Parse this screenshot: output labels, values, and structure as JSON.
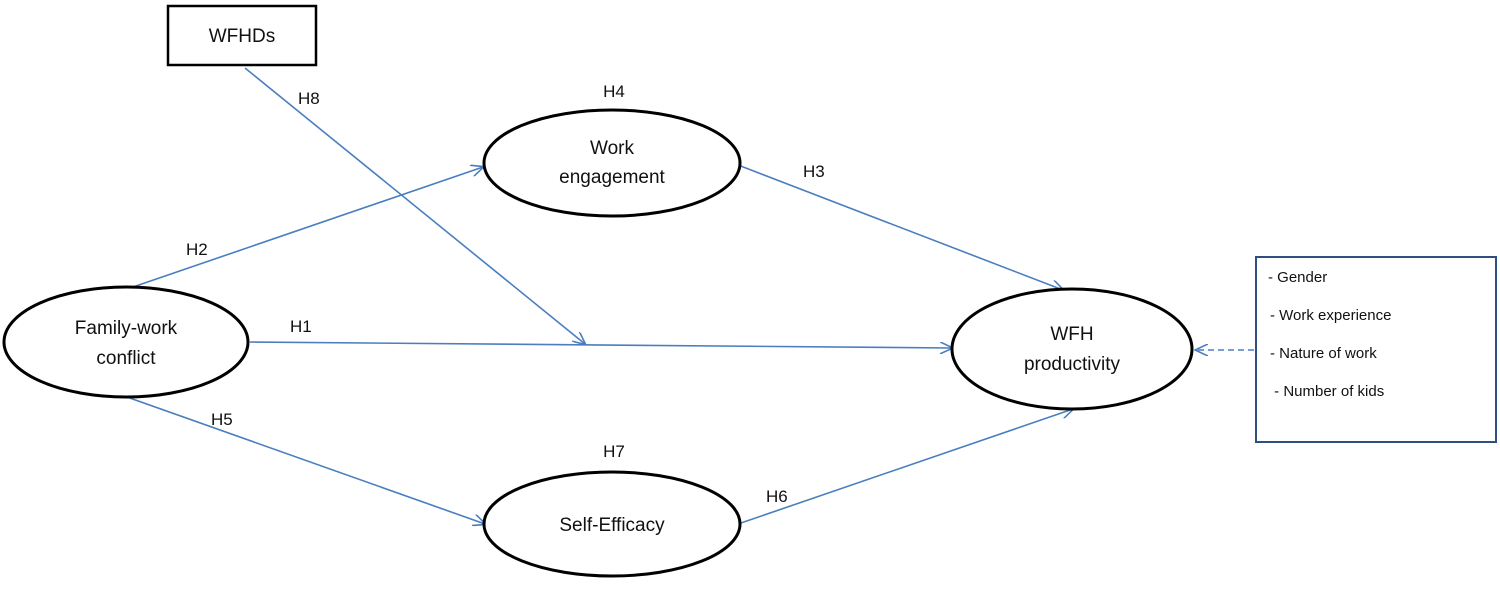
{
  "nodes": {
    "wfhds": "WFHDs",
    "work_engagement": {
      "line1": "Work",
      "line2": "engagement"
    },
    "family_work_conflict": {
      "line1": "Family-work",
      "line2": "conflict"
    },
    "wfh_productivity": {
      "line1": "WFH",
      "line2": "productivity"
    },
    "self_efficacy": "Self-Efficacy"
  },
  "hypotheses": {
    "h1": "H1",
    "h2": "H2",
    "h3": "H3",
    "h4": "H4",
    "h5": "H5",
    "h6": "H6",
    "h7": "H7",
    "h8": "H8"
  },
  "controls": {
    "items": [
      "- Gender",
      "- Work experience",
      "- Nature of work",
      " - Number of kids"
    ]
  },
  "colors": {
    "arrow": "#4a7ebf",
    "node_stroke": "#000000",
    "control_box_stroke": "#2f4f7f"
  }
}
